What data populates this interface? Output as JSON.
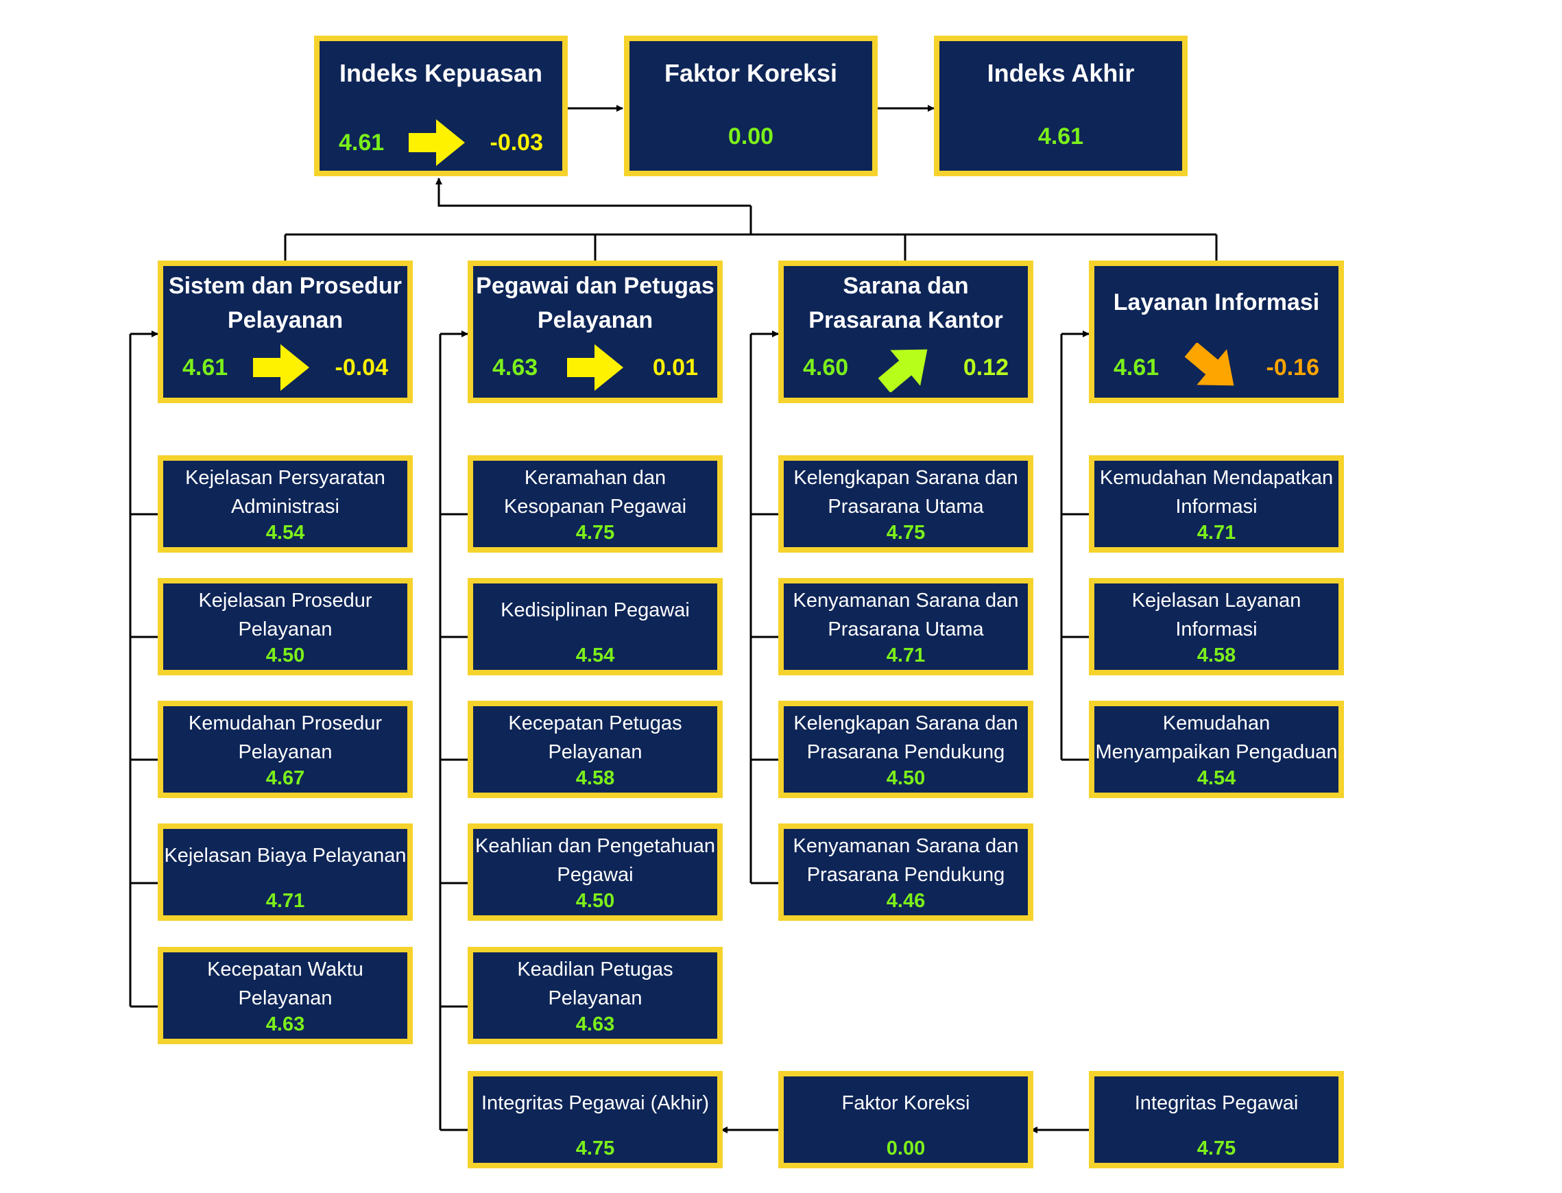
{
  "colors": {
    "box_bg": "#0e2557",
    "box_border": "#f5d32c",
    "value_green": "#7cf01a",
    "delta_yellow": "#fff200",
    "delta_lime": "#b7ff1a",
    "delta_orange": "#ffa500"
  },
  "top": {
    "indeks_kepuasan": {
      "title": "Indeks Kepuasan",
      "value": "4.61",
      "delta": "-0.03",
      "arrow": "right-arrow-icon"
    },
    "faktor_koreksi": {
      "title": "Faktor Koreksi",
      "value": "0.00"
    },
    "indeks_akhir": {
      "title": "Indeks Akhir",
      "value": "4.61"
    }
  },
  "categories": [
    {
      "title": "Sistem dan Prosedur Pelayanan",
      "value": "4.61",
      "delta": "-0.04",
      "arrow": "right-arrow-icon",
      "items": [
        {
          "label": "Kejelasan Persyaratan Administrasi",
          "value": "4.54"
        },
        {
          "label": "Kejelasan Prosedur Pelayanan",
          "value": "4.50"
        },
        {
          "label": "Kemudahan Prosedur Pelayanan",
          "value": "4.67"
        },
        {
          "label": "Kejelasan Biaya Pelayanan",
          "value": "4.71"
        },
        {
          "label": "Kecepatan Waktu Pelayanan",
          "value": "4.63"
        }
      ]
    },
    {
      "title": "Pegawai dan Petugas Pelayanan",
      "value": "4.63",
      "delta": "0.01",
      "arrow": "right-arrow-icon",
      "items": [
        {
          "label": "Keramahan dan Kesopanan Pegawai",
          "value": "4.75"
        },
        {
          "label": "Kedisiplinan Pegawai",
          "value": "4.54"
        },
        {
          "label": "Kecepatan Petugas Pelayanan",
          "value": "4.58"
        },
        {
          "label": "Keahlian dan Pengetahuan Pegawai",
          "value": "4.50"
        },
        {
          "label": "Keadilan Petugas Pelayanan",
          "value": "4.63"
        },
        {
          "label": "Integritas Pegawai (Akhir)",
          "value": "4.75"
        }
      ]
    },
    {
      "title": "Sarana dan Prasarana Kantor",
      "value": "4.60",
      "delta": "0.12",
      "arrow": "up-right-arrow-icon",
      "items": [
        {
          "label": "Kelengkapan Sarana dan Prasarana Utama",
          "value": "4.75"
        },
        {
          "label": "Kenyamanan Sarana dan Prasarana Utama",
          "value": "4.71"
        },
        {
          "label": "Kelengkapan Sarana dan Prasarana Pendukung",
          "value": "4.50"
        },
        {
          "label": "Kenyamanan Sarana dan Prasarana Pendukung",
          "value": "4.46"
        }
      ]
    },
    {
      "title": "Layanan Informasi",
      "value": "4.61",
      "delta": "-0.16",
      "arrow": "down-right-arrow-icon",
      "items": [
        {
          "label": "Kemudahan Mendapatkan Informasi",
          "value": "4.71"
        },
        {
          "label": "Kejelasan Layanan Informasi",
          "value": "4.58"
        },
        {
          "label": "Kemudahan Menyampaikan Pengaduan",
          "value": "4.54"
        }
      ]
    }
  ],
  "bottom": {
    "faktor_koreksi": {
      "title": "Faktor Koreksi",
      "value": "0.00"
    },
    "integritas_pegawai": {
      "title": "Integritas Pegawai",
      "value": "4.75"
    }
  }
}
